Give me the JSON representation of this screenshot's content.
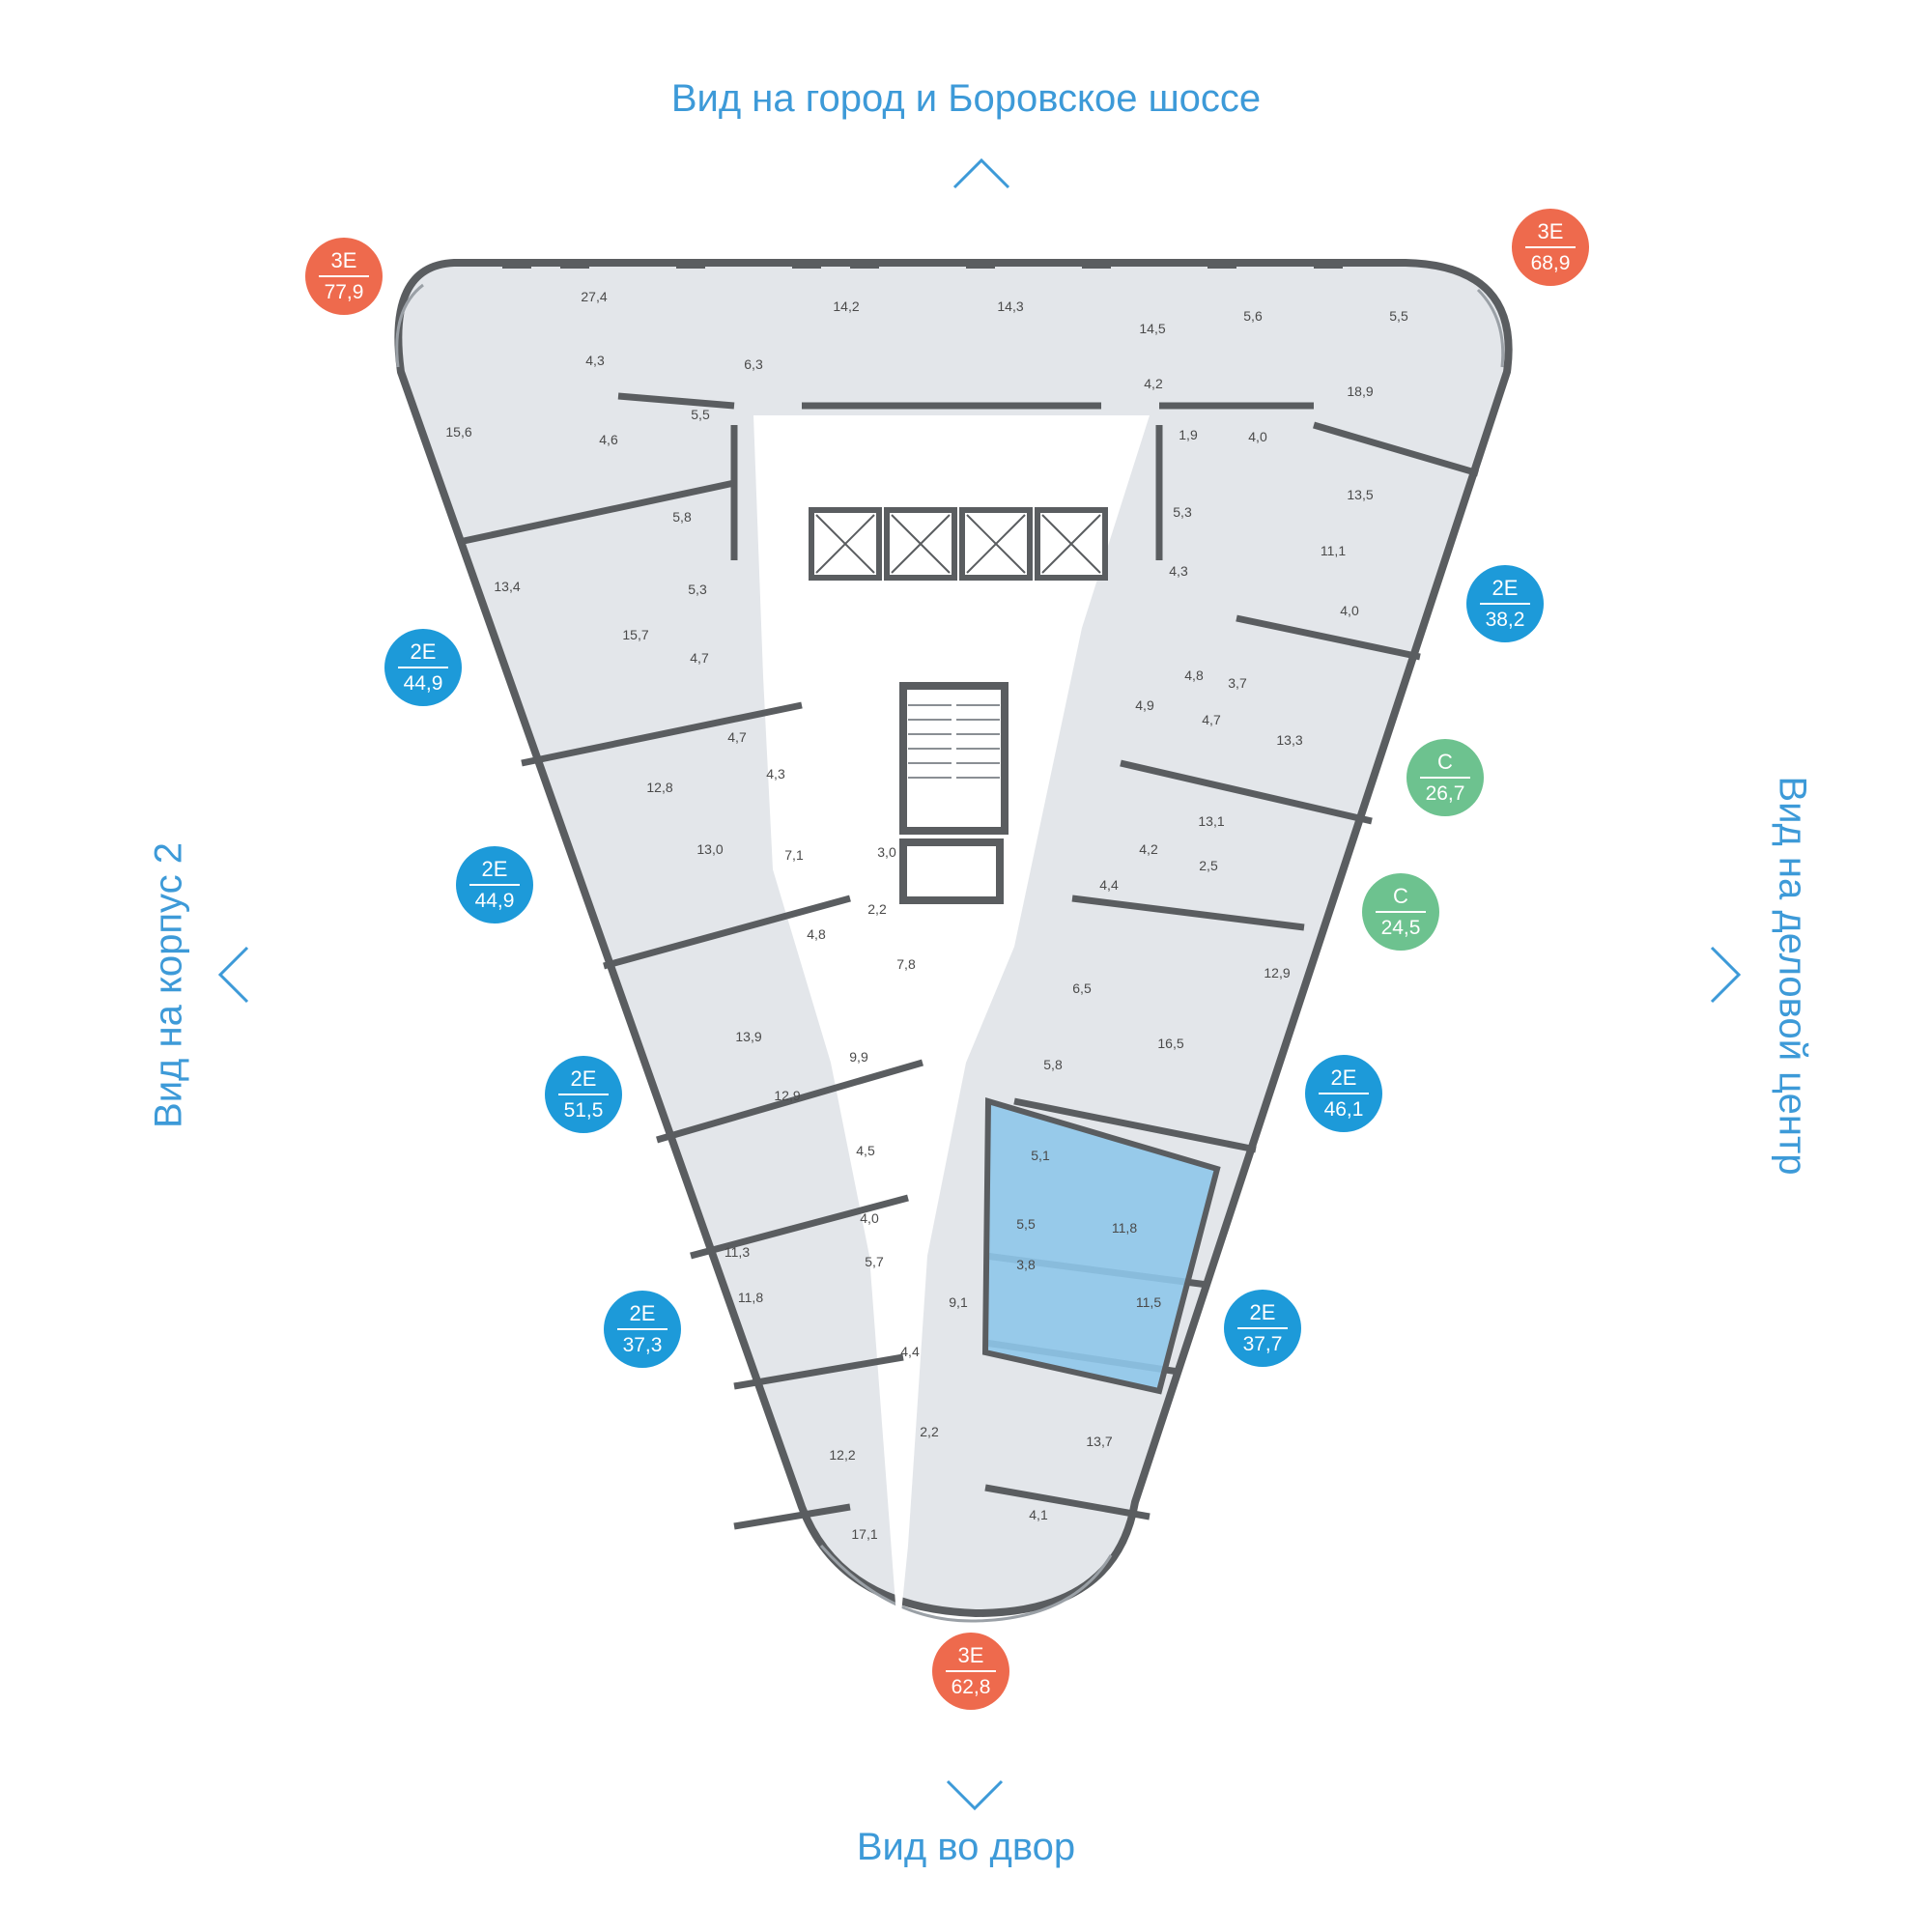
{
  "views": {
    "top": "Вид на город и Боровское шоссе",
    "bottom": "Вид во двор",
    "left": "Вид на корпус 2",
    "right": "Вид на деловой центр"
  },
  "colors": {
    "accent": "#3d9ad8",
    "type_3e": "#ee6a4d",
    "type_2e": "#1d9ad9",
    "type_c": "#6dc28f",
    "plan_fill": "#e3e6ea",
    "wall": "#5a5d60",
    "selected": "#8ec7ea"
  },
  "apartments": [
    {
      "id": "a1",
      "type": "3Е",
      "area": "77,9",
      "color_key": "type_3e"
    },
    {
      "id": "a2",
      "type": "3Е",
      "area": "68,9",
      "color_key": "type_3e"
    },
    {
      "id": "a3",
      "type": "2Е",
      "area": "44,9",
      "color_key": "type_2e"
    },
    {
      "id": "a4",
      "type": "2Е",
      "area": "38,2",
      "color_key": "type_2e"
    },
    {
      "id": "a5",
      "type": "С",
      "area": "26,7",
      "color_key": "type_c"
    },
    {
      "id": "a6",
      "type": "2Е",
      "area": "44,9",
      "color_key": "type_2e"
    },
    {
      "id": "a7",
      "type": "С",
      "area": "24,5",
      "color_key": "type_c"
    },
    {
      "id": "a8",
      "type": "2Е",
      "area": "51,5",
      "color_key": "type_2e"
    },
    {
      "id": "a9",
      "type": "2Е",
      "area": "46,1",
      "color_key": "type_2e"
    },
    {
      "id": "a10",
      "type": "2Е",
      "area": "37,3",
      "color_key": "type_2e"
    },
    {
      "id": "a11",
      "type": "2Е",
      "area": "37,7",
      "color_key": "type_2e",
      "selected": true
    },
    {
      "id": "a12",
      "type": "3Е",
      "area": "62,8",
      "color_key": "type_3e"
    }
  ],
  "room_areas": [
    "27,4",
    "14,2",
    "14,3",
    "14,5",
    "5,6",
    "5,5",
    "4,3",
    "6,3",
    "4,2",
    "18,9",
    "15,6",
    "5,5",
    "4,6",
    "1,9",
    "4,0",
    "13,5",
    "5,8",
    "5,3",
    "11,1",
    "13,4",
    "5,3",
    "4,3",
    "15,7",
    "4,0",
    "4,7",
    "4,8",
    "3,7",
    "4,9",
    "4,7",
    "13,3",
    "12,8",
    "4,3",
    "4,7",
    "13,1",
    "13,0",
    "7,1",
    "3,0",
    "4,2",
    "2,5",
    "4,4",
    "2,2",
    "4,8",
    "12,9",
    "7,8",
    "6,5",
    "13,9",
    "9,9",
    "16,5",
    "5,8",
    "12,9",
    "5,1",
    "4,5",
    "11,8",
    "4,0",
    "5,5",
    "11,3",
    "5,7",
    "3,8",
    "11,8",
    "9,1",
    "11,5",
    "4,4",
    "2,2",
    "13,7",
    "12,2",
    "4,1",
    "17,1"
  ]
}
